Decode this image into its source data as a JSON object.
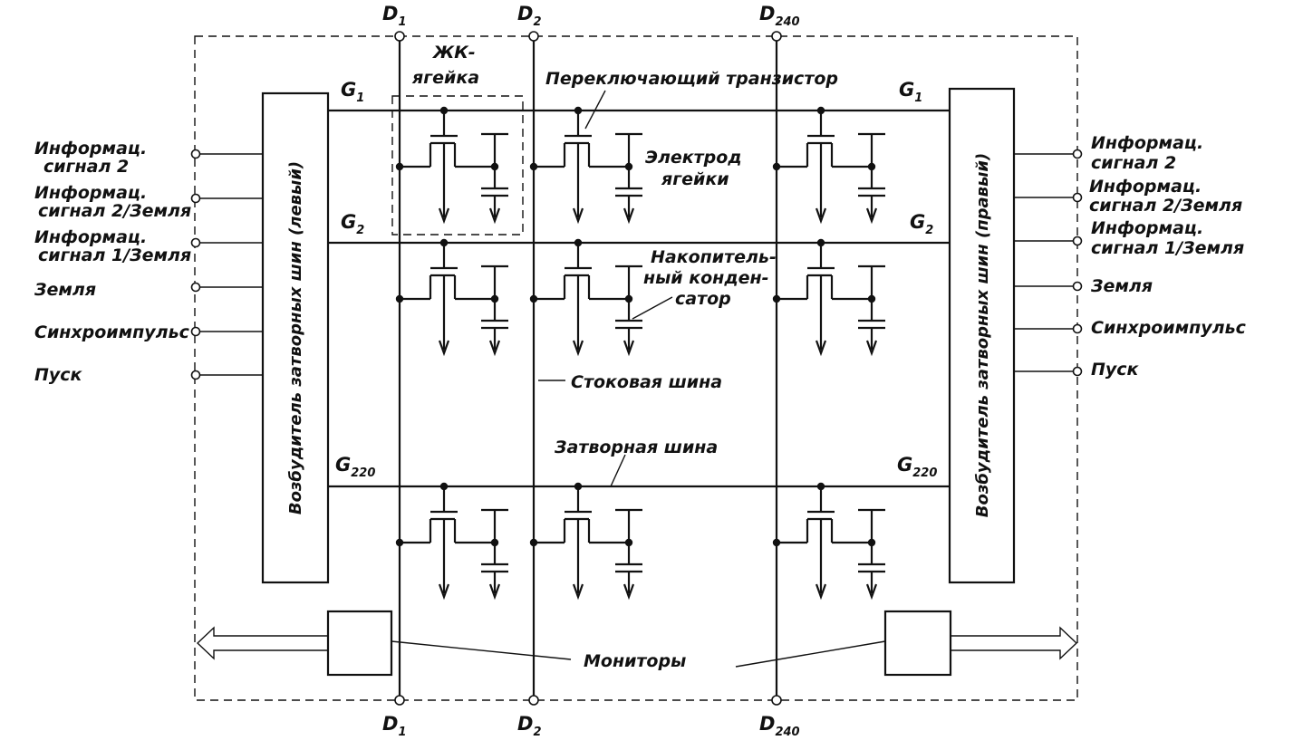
{
  "drain_labels": {
    "d1": {
      "main": "D",
      "sub": "1"
    },
    "d2": {
      "main": "D",
      "sub": "2"
    },
    "d240": {
      "main": "D",
      "sub": "240"
    }
  },
  "gate_labels": {
    "g1": {
      "main": "G",
      "sub": "1"
    },
    "g2": {
      "main": "G",
      "sub": "2"
    },
    "g220": {
      "main": "G",
      "sub": "220"
    }
  },
  "annotations": {
    "lc_cell_line1": "ЖК-",
    "lc_cell_line2": "ягейка",
    "switch_transistor": "Переключающий транзистор",
    "cell_electrode_line1": "Электрод",
    "cell_electrode_line2": "ягейки",
    "storage_cap_line1": "Накопитель-",
    "storage_cap_line2": "ный конден-",
    "storage_cap_line3": "сатор",
    "drain_bus": "Стоковая шина",
    "gate_bus": "Затворная шина",
    "monitors": "Мониторы"
  },
  "drivers": {
    "left": "Возбудитель затворных шин (левый)",
    "right": "Возбудитель затворных шин (правый)"
  },
  "left_signals": {
    "s1_line1": "Информац.",
    "s1_line2": "сигнал 2",
    "s2_line1": "Информац.",
    "s2_line2": "сигнал 2/Земля",
    "s3_line1": "Информац.",
    "s3_line2": "сигнал 1/Земля",
    "s4": "Земля",
    "s5": "Синхроимпульс",
    "s6": "Пуск"
  },
  "right_signals": {
    "s1_line1": "Информац.",
    "s1_line2": "сигнал 2",
    "s2_line1": "Информац.",
    "s2_line2": "сигнал 2/Земля",
    "s3_line1": "Информац.",
    "s3_line2": "сигнал 1/Земля",
    "s4": "Земля",
    "s5": "Синхроимпульс",
    "s6": "Пуск"
  }
}
